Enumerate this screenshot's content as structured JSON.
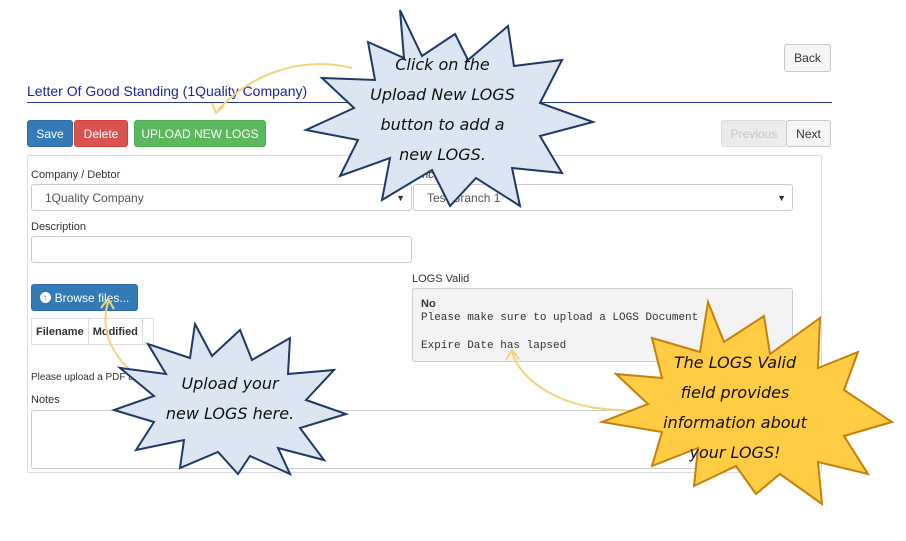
{
  "header": {
    "back_label": "Back",
    "page_title": "Letter Of Good Standing (1Quality Company)"
  },
  "toolbar": {
    "save_label": "Save",
    "delete_label": "Delete",
    "upload_label": "UPLOAD NEW LOGS",
    "previous_label": "Previous",
    "next_label": "Next"
  },
  "form": {
    "company_label": "Company / Debtor",
    "company_value": "1Quality Company",
    "branch_label": "nch",
    "branch_value": "Test Branch 1",
    "description_label": "Description",
    "description_value": "",
    "browse_label": "Browse files...",
    "table_columns": [
      "Filename",
      "Modified"
    ],
    "upload_hint": "Please upload a PDF above",
    "notes_label": "Notes",
    "logs_valid_label": "LOGS Valid",
    "logs_valid_status": "No",
    "logs_valid_line1": "Please make sure to upload a LOGS Document",
    "logs_valid_line2": "Expire Date has lapsed"
  },
  "callouts": {
    "upload_new": [
      "Click on the",
      "Upload New LOGS",
      "button to add a",
      "new LOGS."
    ],
    "upload_here": [
      "Upload your",
      "new LOGS here."
    ],
    "logs_valid": [
      "The LOGS Valid",
      "field provides",
      "information about",
      "your LOGS!"
    ]
  },
  "colors": {
    "title": "#22229a",
    "callout_blue": "#dce6f2",
    "callout_blue_stroke": "#1f3864",
    "callout_yellow": "#ffcc44",
    "callout_yellow_stroke": "#c57f0a",
    "arrow": "#f2d57a"
  }
}
